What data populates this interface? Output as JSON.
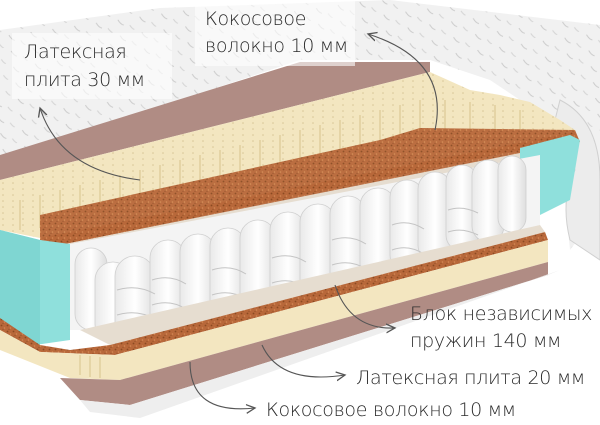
{
  "diagram": {
    "title": "Mattress layer cross-section",
    "colors": {
      "cover": "#f2f2f2",
      "cover_pattern": "#c8c8c8",
      "felt_brown": "#b08c84",
      "latex": "#f3e6c0",
      "latex_shade": "#e2d2a4",
      "coir": "#b8683a",
      "coir_dark": "#8a4a22",
      "spunbond": "#e6ddd0",
      "spring": "#f7f7f7",
      "spring_stroke": "#bdbdbd",
      "foam_border": "#8fe0dc",
      "foam_shadow": "#6fcdc9",
      "text": "#2b2b2b",
      "arrow": "#555555"
    },
    "labels": [
      {
        "id": "latex-top",
        "line1": "Латексная",
        "line2": "плита 30 мм"
      },
      {
        "id": "coir-top",
        "line1": "Кокосовое",
        "line2": "волокно 10 мм"
      },
      {
        "id": "spring-block",
        "line1": "Блок независимых",
        "line2": "пружин 140 мм"
      },
      {
        "id": "latex-bottom",
        "line1": "Латексная плита 20 мм"
      },
      {
        "id": "coir-bottom",
        "line1": "Кокосовое волокно 10 мм"
      }
    ]
  }
}
